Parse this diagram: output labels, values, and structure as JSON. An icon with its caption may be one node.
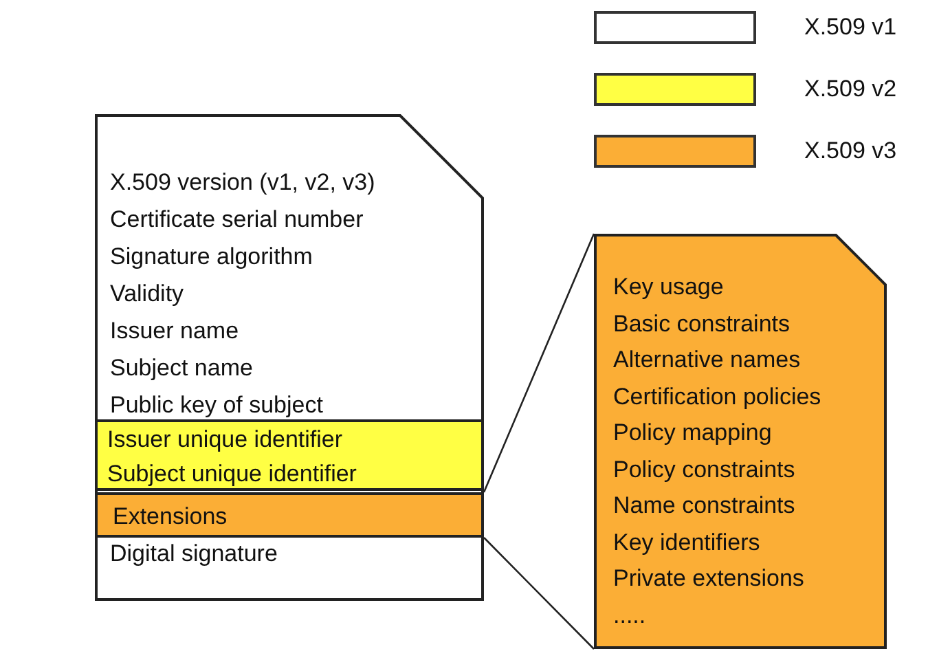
{
  "diagram": {
    "nodes": [
      {
        "text": [
          "X.509 version (v1, v2, v3)",
          "Certificate serial number",
          "Signature algorithm",
          "Validity",
          "Issuer name",
          "Subject name",
          "Public key of subject",
          "Digital signature"
        ]
      },
      {
        "text": [
          "Issuer unique identifier",
          "Subject unique identifier"
        ],
        "in": 0
      },
      {
        "text": [
          "Extensions"
        ],
        "in": 0
      },
      {
        "text": [
          "Key usage",
          "Basic constraints",
          "Alternative names",
          "Certification policies",
          "Policy mapping",
          "Policy constraints",
          "Name constraints",
          "Key identifiers",
          "Private extensions",
          "....."
        ]
      }
    ],
    "edges": [
      {
        "from": 2,
        "to": 3,
        "arrow": "none"
      }
    ],
    "legend": [
      {
        "text": "X.509 v1",
        "color": "#ffffff"
      },
      {
        "text": "X.509 v2",
        "color": "#ffff44"
      },
      {
        "text": "X.509 v3",
        "color": "#fbae36"
      }
    ]
  }
}
